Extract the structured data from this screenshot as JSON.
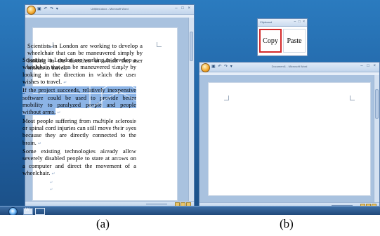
{
  "panels": {
    "a": {
      "caption": "(a)",
      "window_title": "Untitled.docx - Microsoft Word",
      "qat": "▣ ↶ ↷ ▾",
      "controls": "– □ ×",
      "page_text": {
        "before": "Scientists in London are working to develop a wheelchair that can be maneuvered simply by looking in the direction in which the user wishes to travel.",
        "selected": "If the project succeeds, relatively inexpensive software could be used to provide better mobility to paralyzed people and people without arms.",
        "after_1": "Most people suffering from multiple sclerosis or spinal cord injuries can still move their eyes because they are directly connected to the brain.",
        "after_2": "Some existing technologies already allow severely disabled people to stare at arrows on a computer and direct the movement of a wheelchair.",
        "pilcrow": "↵"
      }
    },
    "b": {
      "caption": "(b)",
      "window_title": "Document1 - Microsoft Word",
      "qat": "▣ ↶ ↷ ▾",
      "controls": "– □ ×",
      "page_text": {
        "pasted": "Scientists in London are working to develop a wheelchair that can be maneuvered simply by looking in the direction in which the user wishes to travel.",
        "pilcrow": "↵"
      }
    }
  },
  "popup": {
    "title": "Clipboard",
    "controls": "– □ ×",
    "copy_label": "Copy",
    "paste_label": "Paste",
    "active_color": "#d42a2a"
  },
  "taskbar": {
    "start_icon": "windows-orb-icon",
    "item_label": "W"
  },
  "colors": {
    "desktop": "#1f5f9f",
    "selection": "#8cb4e6",
    "overlay_stroke": "#ffffff"
  }
}
